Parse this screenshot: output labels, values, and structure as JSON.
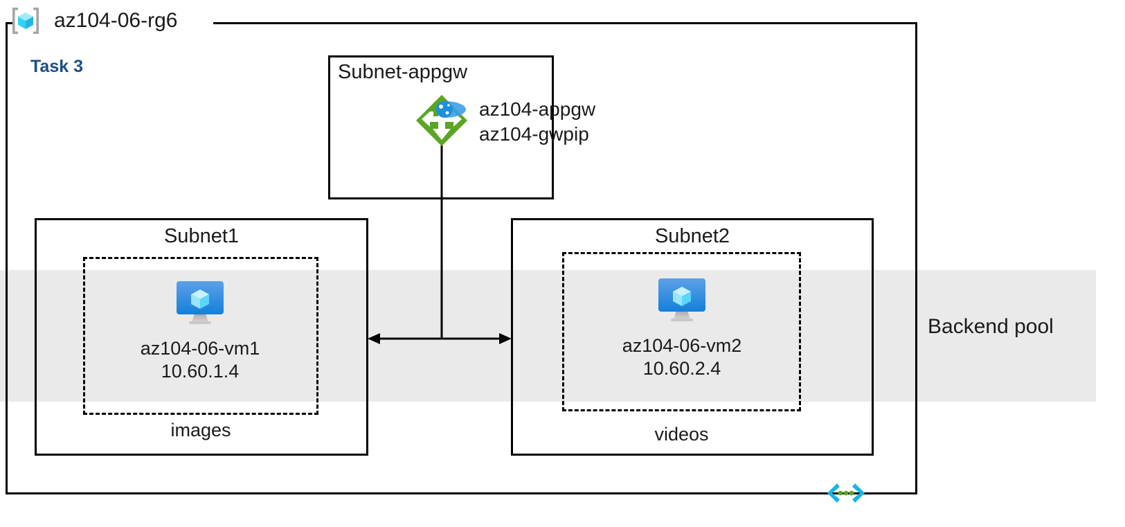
{
  "diagram": {
    "resource_group": {
      "name": "az104-06-rg6",
      "icon": "resource-group-icon"
    },
    "task_label": "Task 3",
    "backend_pool": {
      "label": "Backend pool",
      "band_color": "#eaeaea"
    },
    "subnets": [
      {
        "id": "subnet-appgw",
        "title": "Subnet-appgw",
        "resources": [
          {
            "icon": "application-gateway-icon",
            "lines": [
              "az104-appgw",
              "az104-gwpip"
            ]
          }
        ]
      },
      {
        "id": "subnet1",
        "title": "Subnet1",
        "dashed_label": "images",
        "vm": {
          "icon": "virtual-machine-icon",
          "name": "az104-06-vm1",
          "ip": "10.60.1.4"
        }
      },
      {
        "id": "subnet2",
        "title": "Subnet2",
        "dashed_label": "videos",
        "vm": {
          "icon": "virtual-machine-icon",
          "name": "az104-06-vm2",
          "ip": "10.60.2.4"
        }
      }
    ],
    "connectors": [
      {
        "from": "subnet-appgw",
        "to": "subnet1",
        "arrow": "left"
      },
      {
        "from": "subnet-appgw",
        "to": "subnet2",
        "arrow": "right"
      }
    ],
    "footer_icon": "code-brackets-icon",
    "colors": {
      "outline": "#000000",
      "task_text": "#1b4f8a",
      "appgw_green": "#5ba524",
      "vm_blue": "#1b8fe0",
      "cube_cyan": "#50e6ff",
      "code_cyan": "#15b5e8",
      "code_dots_green": "#5ba524",
      "band_gray": "#eaeaea"
    }
  }
}
